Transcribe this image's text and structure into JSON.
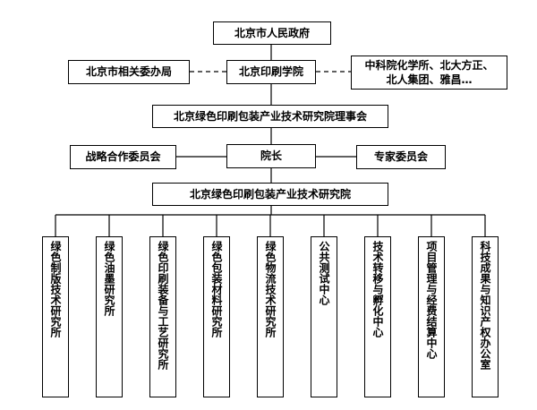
{
  "nodes": {
    "government": "北京市人民政府",
    "commission": "北京市相关委办局",
    "institute": "北京印刷学院",
    "partners_line1": "中科院化学所、北大方正、",
    "partners_line2": "北人集团、雅昌…",
    "council": "北京绿色印刷包装产业技术研究院理事会",
    "strategy_committee": "战略合作委员会",
    "president": "院长",
    "expert_committee": "专家委员会",
    "academy": "北京绿色印刷包装产业技术研究院"
  },
  "departments": [
    "绿色制版技术研究所",
    "绿色油墨研究所",
    "绿色印刷装备与工艺研究所",
    "绿色包装材料研究所",
    "绿色物流技术研究所",
    "公共测试中心",
    "技术转移与孵化中心",
    "项目管理与经费结算中心",
    "科技成果与知识产权办公室"
  ]
}
